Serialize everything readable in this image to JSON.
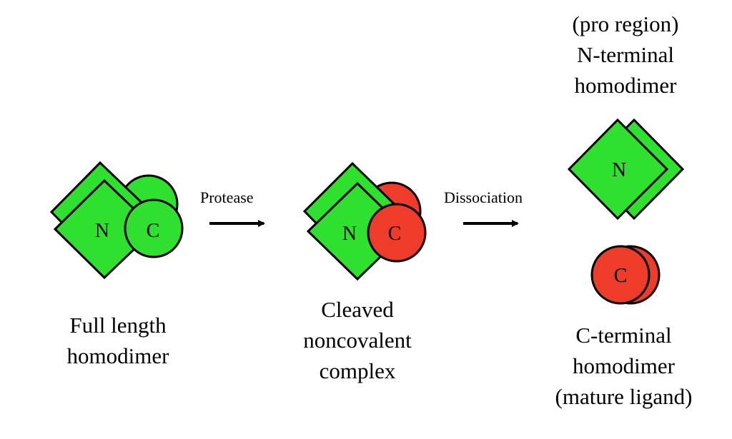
{
  "colors": {
    "n_domain": "#2fe02f",
    "c_domain_full": "#2fe02f",
    "c_domain_mature": "#ee3b2a",
    "outline": "#000000"
  },
  "stage_full": {
    "n_label": "N",
    "c_label": "C",
    "caption": [
      "Full length",
      "homodimer"
    ]
  },
  "step1": {
    "label": "Protease"
  },
  "stage_cleaved": {
    "n_label": "N",
    "c_label": "C",
    "caption": [
      "Cleaved",
      "noncovalent",
      "complex"
    ]
  },
  "step2": {
    "label": "Dissociation"
  },
  "stage_n_dimer": {
    "n_label": "N",
    "caption": [
      "(pro region)",
      "N-terminal",
      "homodimer"
    ]
  },
  "stage_c_dimer": {
    "c_label": "C",
    "caption": [
      "C-terminal",
      "homodimer",
      "(mature ligand)"
    ]
  }
}
